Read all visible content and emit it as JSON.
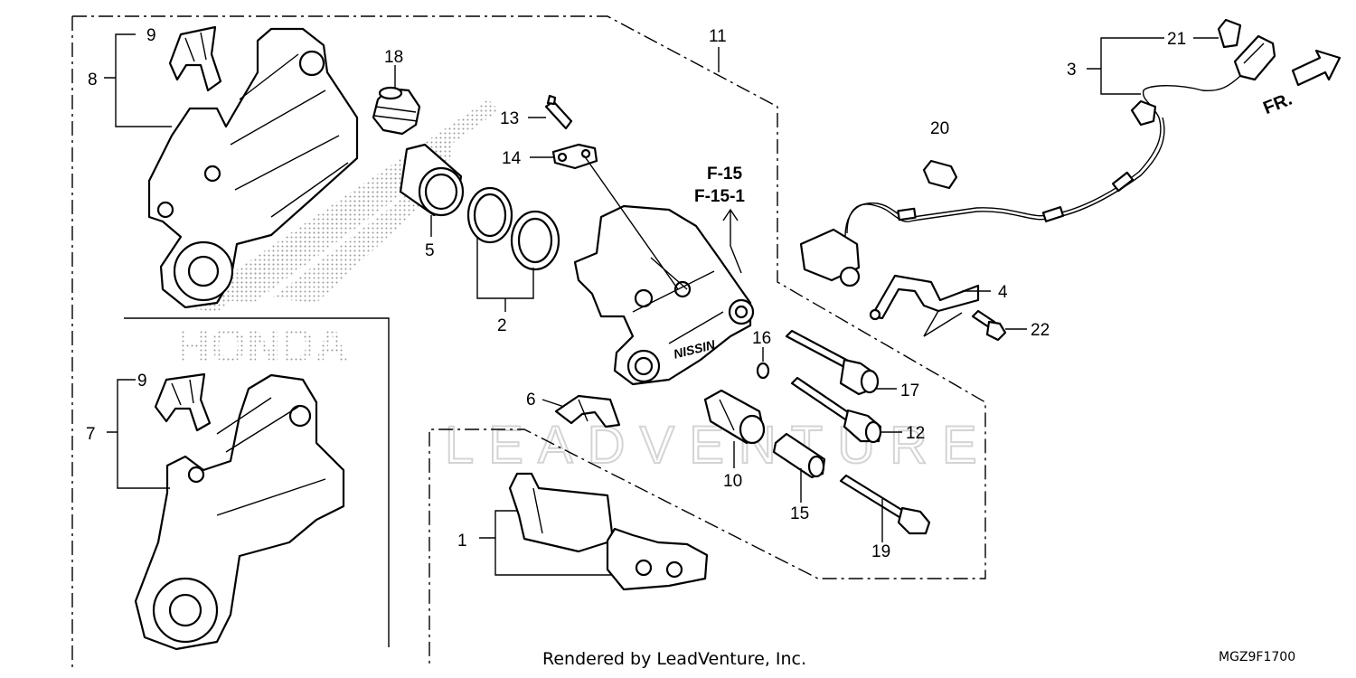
{
  "diagram": {
    "callouts": [
      {
        "id": "1",
        "text": "1"
      },
      {
        "id": "2",
        "text": "2"
      },
      {
        "id": "3",
        "text": "3"
      },
      {
        "id": "4",
        "text": "4"
      },
      {
        "id": "5",
        "text": "5"
      },
      {
        "id": "6",
        "text": "6"
      },
      {
        "id": "7",
        "text": "7"
      },
      {
        "id": "8",
        "text": "8"
      },
      {
        "id": "9a",
        "text": "9"
      },
      {
        "id": "9b",
        "text": "9"
      },
      {
        "id": "10",
        "text": "10"
      },
      {
        "id": "11",
        "text": "11"
      },
      {
        "id": "12",
        "text": "12"
      },
      {
        "id": "13",
        "text": "13"
      },
      {
        "id": "14",
        "text": "14"
      },
      {
        "id": "15",
        "text": "15"
      },
      {
        "id": "16",
        "text": "16"
      },
      {
        "id": "17",
        "text": "17"
      },
      {
        "id": "18",
        "text": "18"
      },
      {
        "id": "19",
        "text": "19"
      },
      {
        "id": "20",
        "text": "20"
      },
      {
        "id": "21",
        "text": "21"
      },
      {
        "id": "22",
        "text": "22"
      }
    ],
    "references": [
      "F-15",
      "F-15-1"
    ],
    "direction": "FR.",
    "caliper_brand": "NISSIN",
    "watermark_honda": "HONDA",
    "watermark_dealer": "LEADVENTURE"
  },
  "footer": {
    "credit": "Rendered by LeadVenture, Inc.",
    "code": "MGZ9F1700"
  },
  "colors": {
    "line": "#000000",
    "watermark": "#d4d4d4",
    "background": "#ffffff"
  }
}
